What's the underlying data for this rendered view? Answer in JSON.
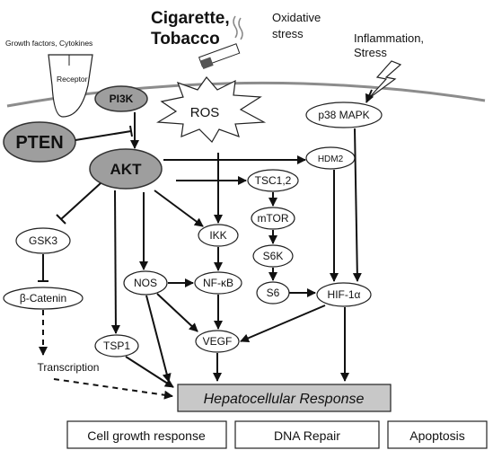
{
  "stimuli": {
    "smoking": [
      "Cigarette,",
      "Tobacco"
    ],
    "oxidative": [
      "Oxidative",
      "stress"
    ],
    "inflammation": [
      "Inflammation,",
      "Stress"
    ],
    "growth_factors": "Growth factors, Cytokines"
  },
  "nodes": {
    "receptor": "Receptor",
    "pi3k": "PI3K",
    "ros": "ROS",
    "p38": "p38 MAPK",
    "pten": "PTEN",
    "akt": "AKT",
    "hdm2": "HDM2",
    "tsc": "TSC1,2",
    "mtor": "mTOR",
    "s6k": "S6K",
    "s6": "S6",
    "gsk3": "GSK3",
    "ikk": "IKK",
    "nos": "NOS",
    "nfkb": "NF-κB",
    "hif": "HIF-1α",
    "catenin": "β-Catenin",
    "tsp1": "TSP1",
    "vegf": "VEGF",
    "transcription": "Transcription"
  },
  "response": {
    "title": "Hepatocellular Response",
    "outcomes": [
      "Cell growth response",
      "DNA Repair",
      "Apoptosis"
    ]
  },
  "colors": {
    "grey_node": "#9e9e9e",
    "response_box": "#c8c8c8",
    "membrane": "#8c8c8c"
  }
}
